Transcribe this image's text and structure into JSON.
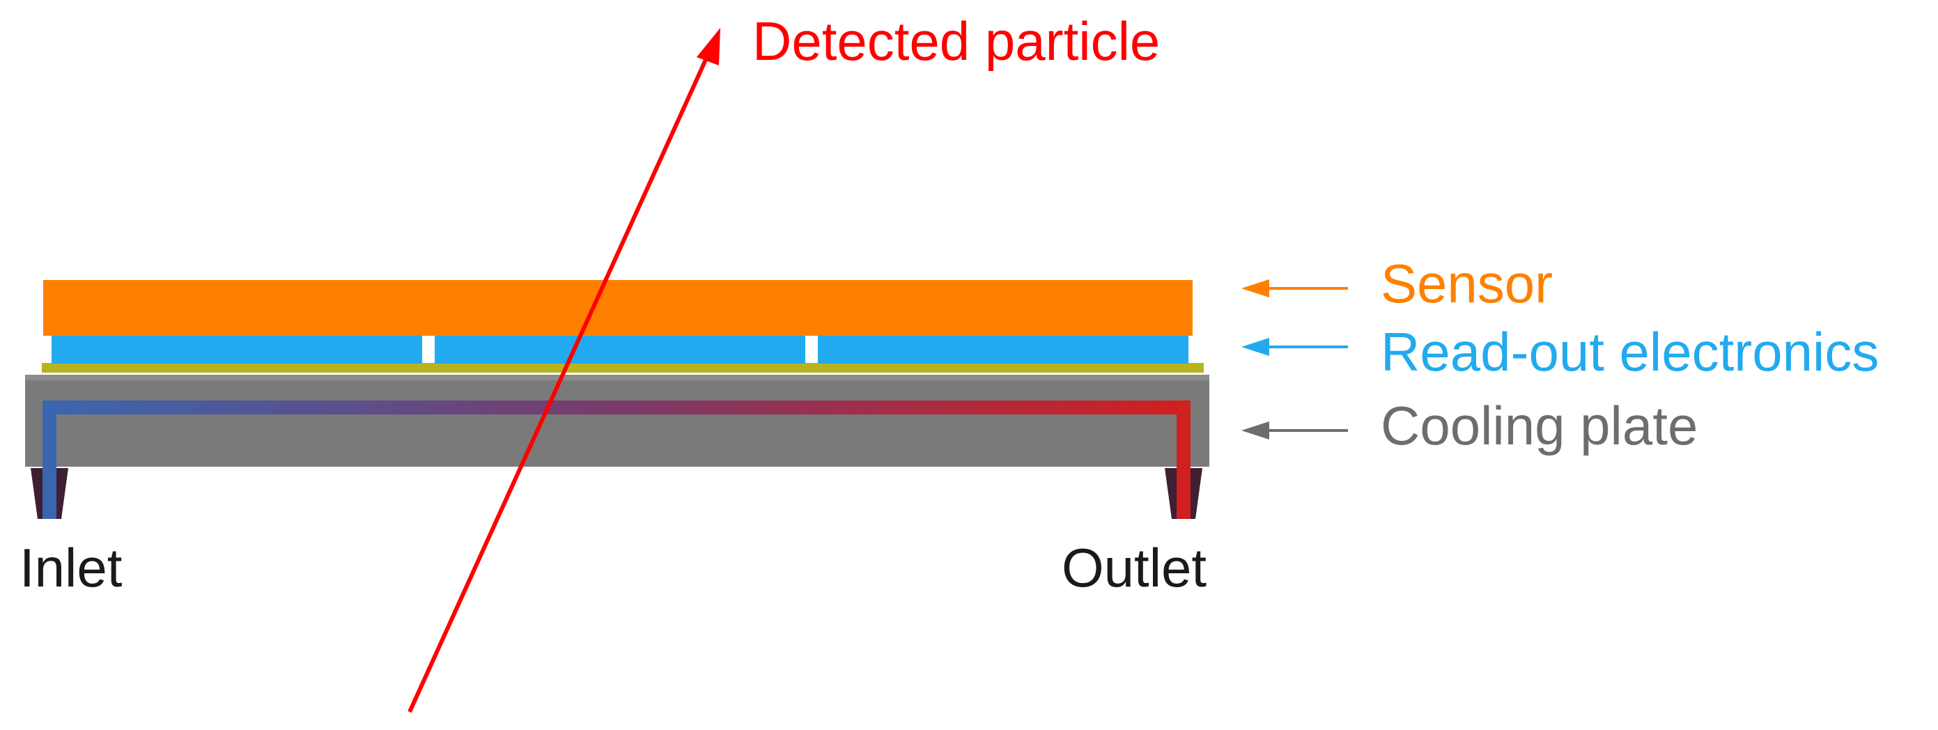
{
  "particle": {
    "label": "Detected particle",
    "color": "#ff0000"
  },
  "legend": [
    {
      "key": "sensor",
      "label": "Sensor",
      "color": "#ff8000"
    },
    {
      "key": "readout",
      "label": "Read-out electronics",
      "color": "#22aaee"
    },
    {
      "key": "cooling",
      "label": "Cooling plate",
      "color": "#6d6d6d"
    }
  ],
  "ports": {
    "inlet": "Inlet",
    "outlet": "Outlet"
  },
  "colors": {
    "sensor": "#ff8000",
    "readout": "#22aaee",
    "bond_layer": "#b5b520",
    "cooling_plate": "#7a7a7a",
    "cold_pipe": "#3a66b0",
    "hot_pipe": "#d02020",
    "port": "#3f1f33",
    "text": "#1a1a1a"
  }
}
